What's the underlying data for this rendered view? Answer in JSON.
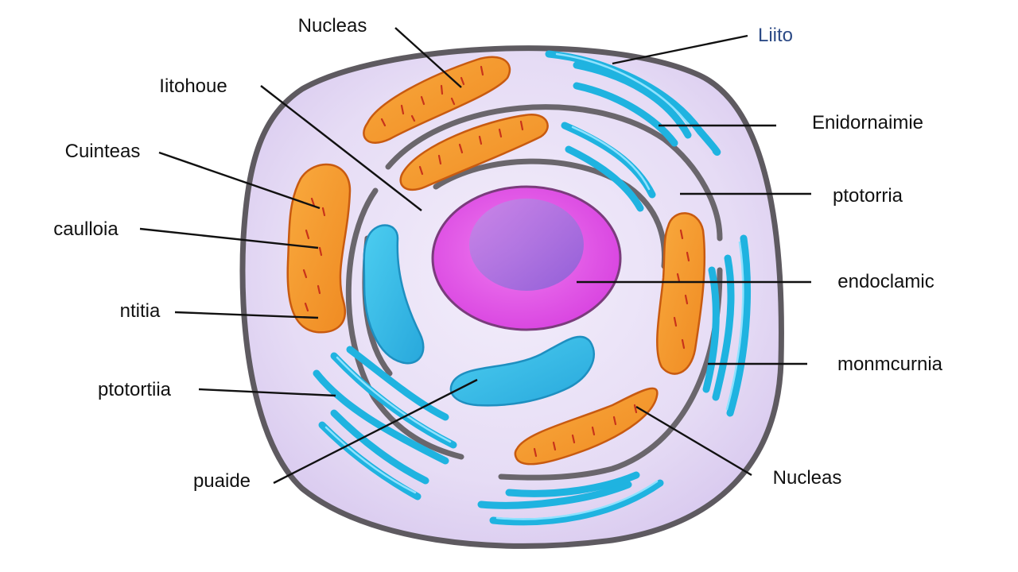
{
  "diagram": {
    "colors": {
      "cytoplasm": "#e3d8f3",
      "cell_wall": "#5e5a60",
      "mitochondria": "#f59a2c",
      "endoplasmic_reticulum": "#1fb3e0",
      "vacuole": "#3fc0e6",
      "nucleus_outer": "#e85ae6",
      "nucleolus": "#9a63d9"
    },
    "labels": {
      "nucleas_top": "Nucleas",
      "liito": "Liito",
      "iitohoue": "Iitohoue",
      "enidornaimie": "Enidornaimie",
      "cuinteas": "Cuinteas",
      "ptotorria_right": "ptotorria",
      "caulloia": "caulloia",
      "endoclamic": "endoclamic",
      "ntitia": "ntitia",
      "monmcurnia": "monmcurnia",
      "ptotortiia": "ptotortiia",
      "puaide": "puaide",
      "nucleas_bottom": "Nucleas"
    }
  }
}
